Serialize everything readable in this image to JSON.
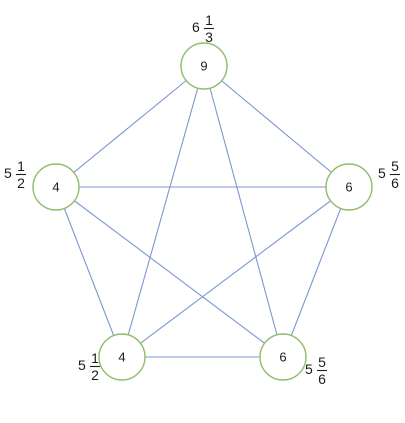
{
  "graph": {
    "nodes": [
      {
        "id": "top",
        "value": "9",
        "label": {
          "whole": "6",
          "num": "1",
          "den": "3"
        }
      },
      {
        "id": "left",
        "value": "4",
        "label": {
          "whole": "5",
          "num": "1",
          "den": "2"
        }
      },
      {
        "id": "right",
        "value": "6",
        "label": {
          "whole": "5",
          "num": "5",
          "den": "6"
        }
      },
      {
        "id": "bottom-left",
        "value": "4",
        "label": {
          "whole": "5",
          "num": "1",
          "den": "2"
        }
      },
      {
        "id": "bottom-right",
        "value": "6",
        "label": {
          "whole": "5",
          "num": "5",
          "den": "6"
        }
      }
    ],
    "edges": [
      [
        "top",
        "left"
      ],
      [
        "top",
        "right"
      ],
      [
        "top",
        "bottom-left"
      ],
      [
        "top",
        "bottom-right"
      ],
      [
        "left",
        "right"
      ],
      [
        "left",
        "bottom-left"
      ],
      [
        "left",
        "bottom-right"
      ],
      [
        "right",
        "bottom-left"
      ],
      [
        "right",
        "bottom-right"
      ],
      [
        "bottom-left",
        "bottom-right"
      ]
    ],
    "colors": {
      "edge": "#7b97cf",
      "node_stroke": "#8fbd6a",
      "text": "#1c1c1c"
    }
  }
}
